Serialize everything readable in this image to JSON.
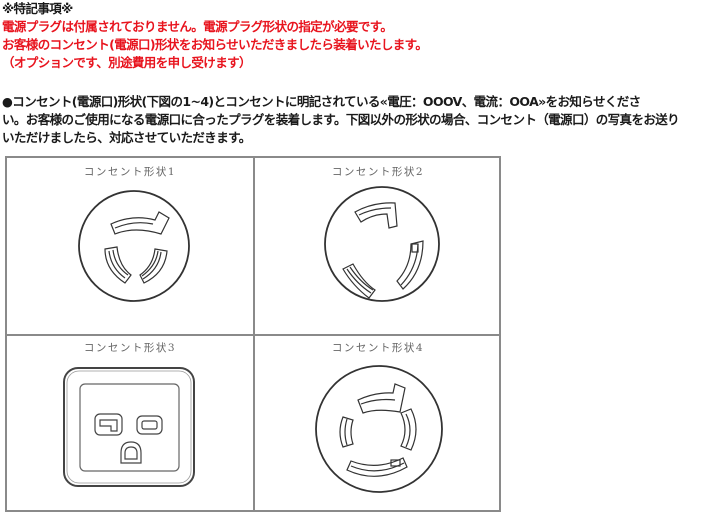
{
  "notes": {
    "heading": "※特記事項※",
    "red_lines": [
      "電源プラグは付属されておりません。電源プラグ形状の指定が必要です。",
      "お客様のコンセント(電源口)形状をお知らせいただきましたら装着いたします。",
      "（オプションです、別途費用を申し受けます）"
    ],
    "instructions": [
      "●コンセント(電源口)形状(下図の1~4)とコンセントに明記されている«電圧：OOOV、電流：OOA»をお知らせくださ",
      "い。お客様のご使用になる電源口に合ったプラグを装着します。下図以外の形状の場合、コンセント（電源口）の写真をお送り",
      "いただけましたら、対応させていただきます。"
    ],
    "colors": {
      "notice_red": "#e8141e",
      "text": "#1a1a1a",
      "grid_border": "#8a8a8a",
      "caption": "#666666"
    }
  },
  "outlets": [
    {
      "label": "コンセント形状1",
      "type": "3-slot twist-lock round"
    },
    {
      "label": "コンセント形状2",
      "type": "3-slot twist-lock round"
    },
    {
      "label": "コンセント形状3",
      "type": "square 3-pin receptacle"
    },
    {
      "label": "コンセント形状4",
      "type": "4-slot twist-lock round"
    }
  ]
}
